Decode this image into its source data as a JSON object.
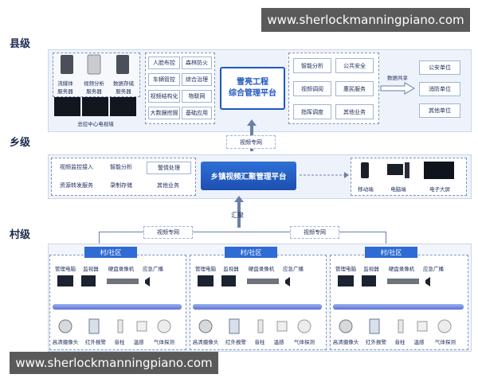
{
  "watermark_top": "www.sherlockmanningpiano.com",
  "watermark_bottom": "www.sherlockmanningpiano.com",
  "tiers": {
    "county": "县级",
    "township": "乡级",
    "village": "村级"
  },
  "county": {
    "servers": [
      "流媒体\n服务器",
      "视频分析\n服务器",
      "数据存储\n服务器"
    ],
    "monitor_wall": "总控中心电视墙",
    "features_left": [
      [
        "人脸布控",
        "森林防火"
      ],
      [
        "车辆管控",
        "综合治理"
      ],
      [
        "视频结构化",
        "物联网"
      ],
      [
        "大数据挖掘",
        "基础应用"
      ]
    ],
    "platform": "雪亮工程\n综合管理平台",
    "features_right": [
      [
        "智能分析",
        "公共安全"
      ],
      [
        "视频调阅",
        "惠民服务"
      ],
      [
        "指挥调度",
        "其他业务"
      ]
    ],
    "data_share": "数据共享",
    "units": [
      "公安单位",
      "消防单位",
      "其他单位"
    ]
  },
  "link_county_township": "视频专网",
  "township": {
    "features": [
      [
        "视频监控接入",
        "智能分析",
        "警情处理"
      ],
      [
        "资源转发服务",
        "录制存储",
        "其他业务"
      ]
    ],
    "platform": "乡镇视频汇聚管理平台",
    "devices": [
      "移动端",
      "电脑端",
      "电子大屏"
    ]
  },
  "aggregate": "汇聚",
  "link_village_left": "视频专网",
  "link_village_right": "视频专网",
  "village": {
    "title": "村/社区",
    "top_devices": [
      "管理电脑",
      "监视器",
      "硬盘录像机",
      "应急广播"
    ],
    "bottom_devices": [
      "高清摄像头",
      "红外报警",
      "音柱",
      "温感",
      "气体探测"
    ]
  }
}
